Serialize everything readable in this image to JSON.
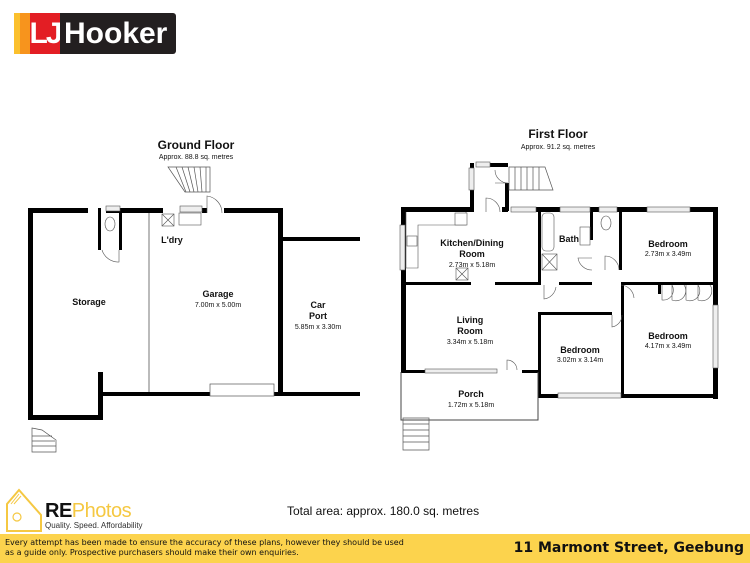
{
  "logo": {
    "mark": "LJ",
    "name": "Hooker"
  },
  "ground_floor": {
    "title": "Ground Floor",
    "area": "Approx.  88.8 sq. metres",
    "rooms": {
      "laundry": {
        "name": "L'dry"
      },
      "storage": {
        "name": "Storage"
      },
      "garage": {
        "name": "Garage",
        "size": "7.00m x 5.00m"
      },
      "carport": {
        "name1": "Car",
        "name2": "Port",
        "size": "5.85m x 3.30m"
      }
    }
  },
  "first_floor": {
    "title": "First Floor",
    "area": "Approx.  91.2 sq. metres",
    "rooms": {
      "kitchen": {
        "name1": "Kitchen/Dining",
        "name2": "Room",
        "size": "2.73m x 5.18m"
      },
      "bath": {
        "name": "Bath"
      },
      "bedroom1": {
        "name": "Bedroom",
        "size": "2.73m x 3.49m"
      },
      "living": {
        "name1": "Living",
        "name2": "Room",
        "size": "3.34m x 5.18m"
      },
      "bedroom2": {
        "name": "Bedroom",
        "size": "3.02m x 3.14m"
      },
      "bedroom3": {
        "name": "Bedroom",
        "size": "4.17m x 3.49m"
      },
      "porch": {
        "name": "Porch",
        "size": "1.72m x 5.18m"
      }
    }
  },
  "total_area": "Total area: approx. 180.0 sq. metres",
  "rephotos": {
    "re": "RE",
    "photos": "Photos",
    "tagline": "Quality. Speed. Affordability"
  },
  "footer": {
    "disclaimer_line1": "Every attempt has been made to ensure the accuracy of these plans, however they should be used",
    "disclaimer_line2": "as a guide only.  Prospective purchasers should make their own enquiries.",
    "address": "11 Marmont Street, Geebung"
  },
  "colors": {
    "footer": "#fcd34d",
    "wall": "#000000",
    "brand_red": "#e31e24"
  }
}
